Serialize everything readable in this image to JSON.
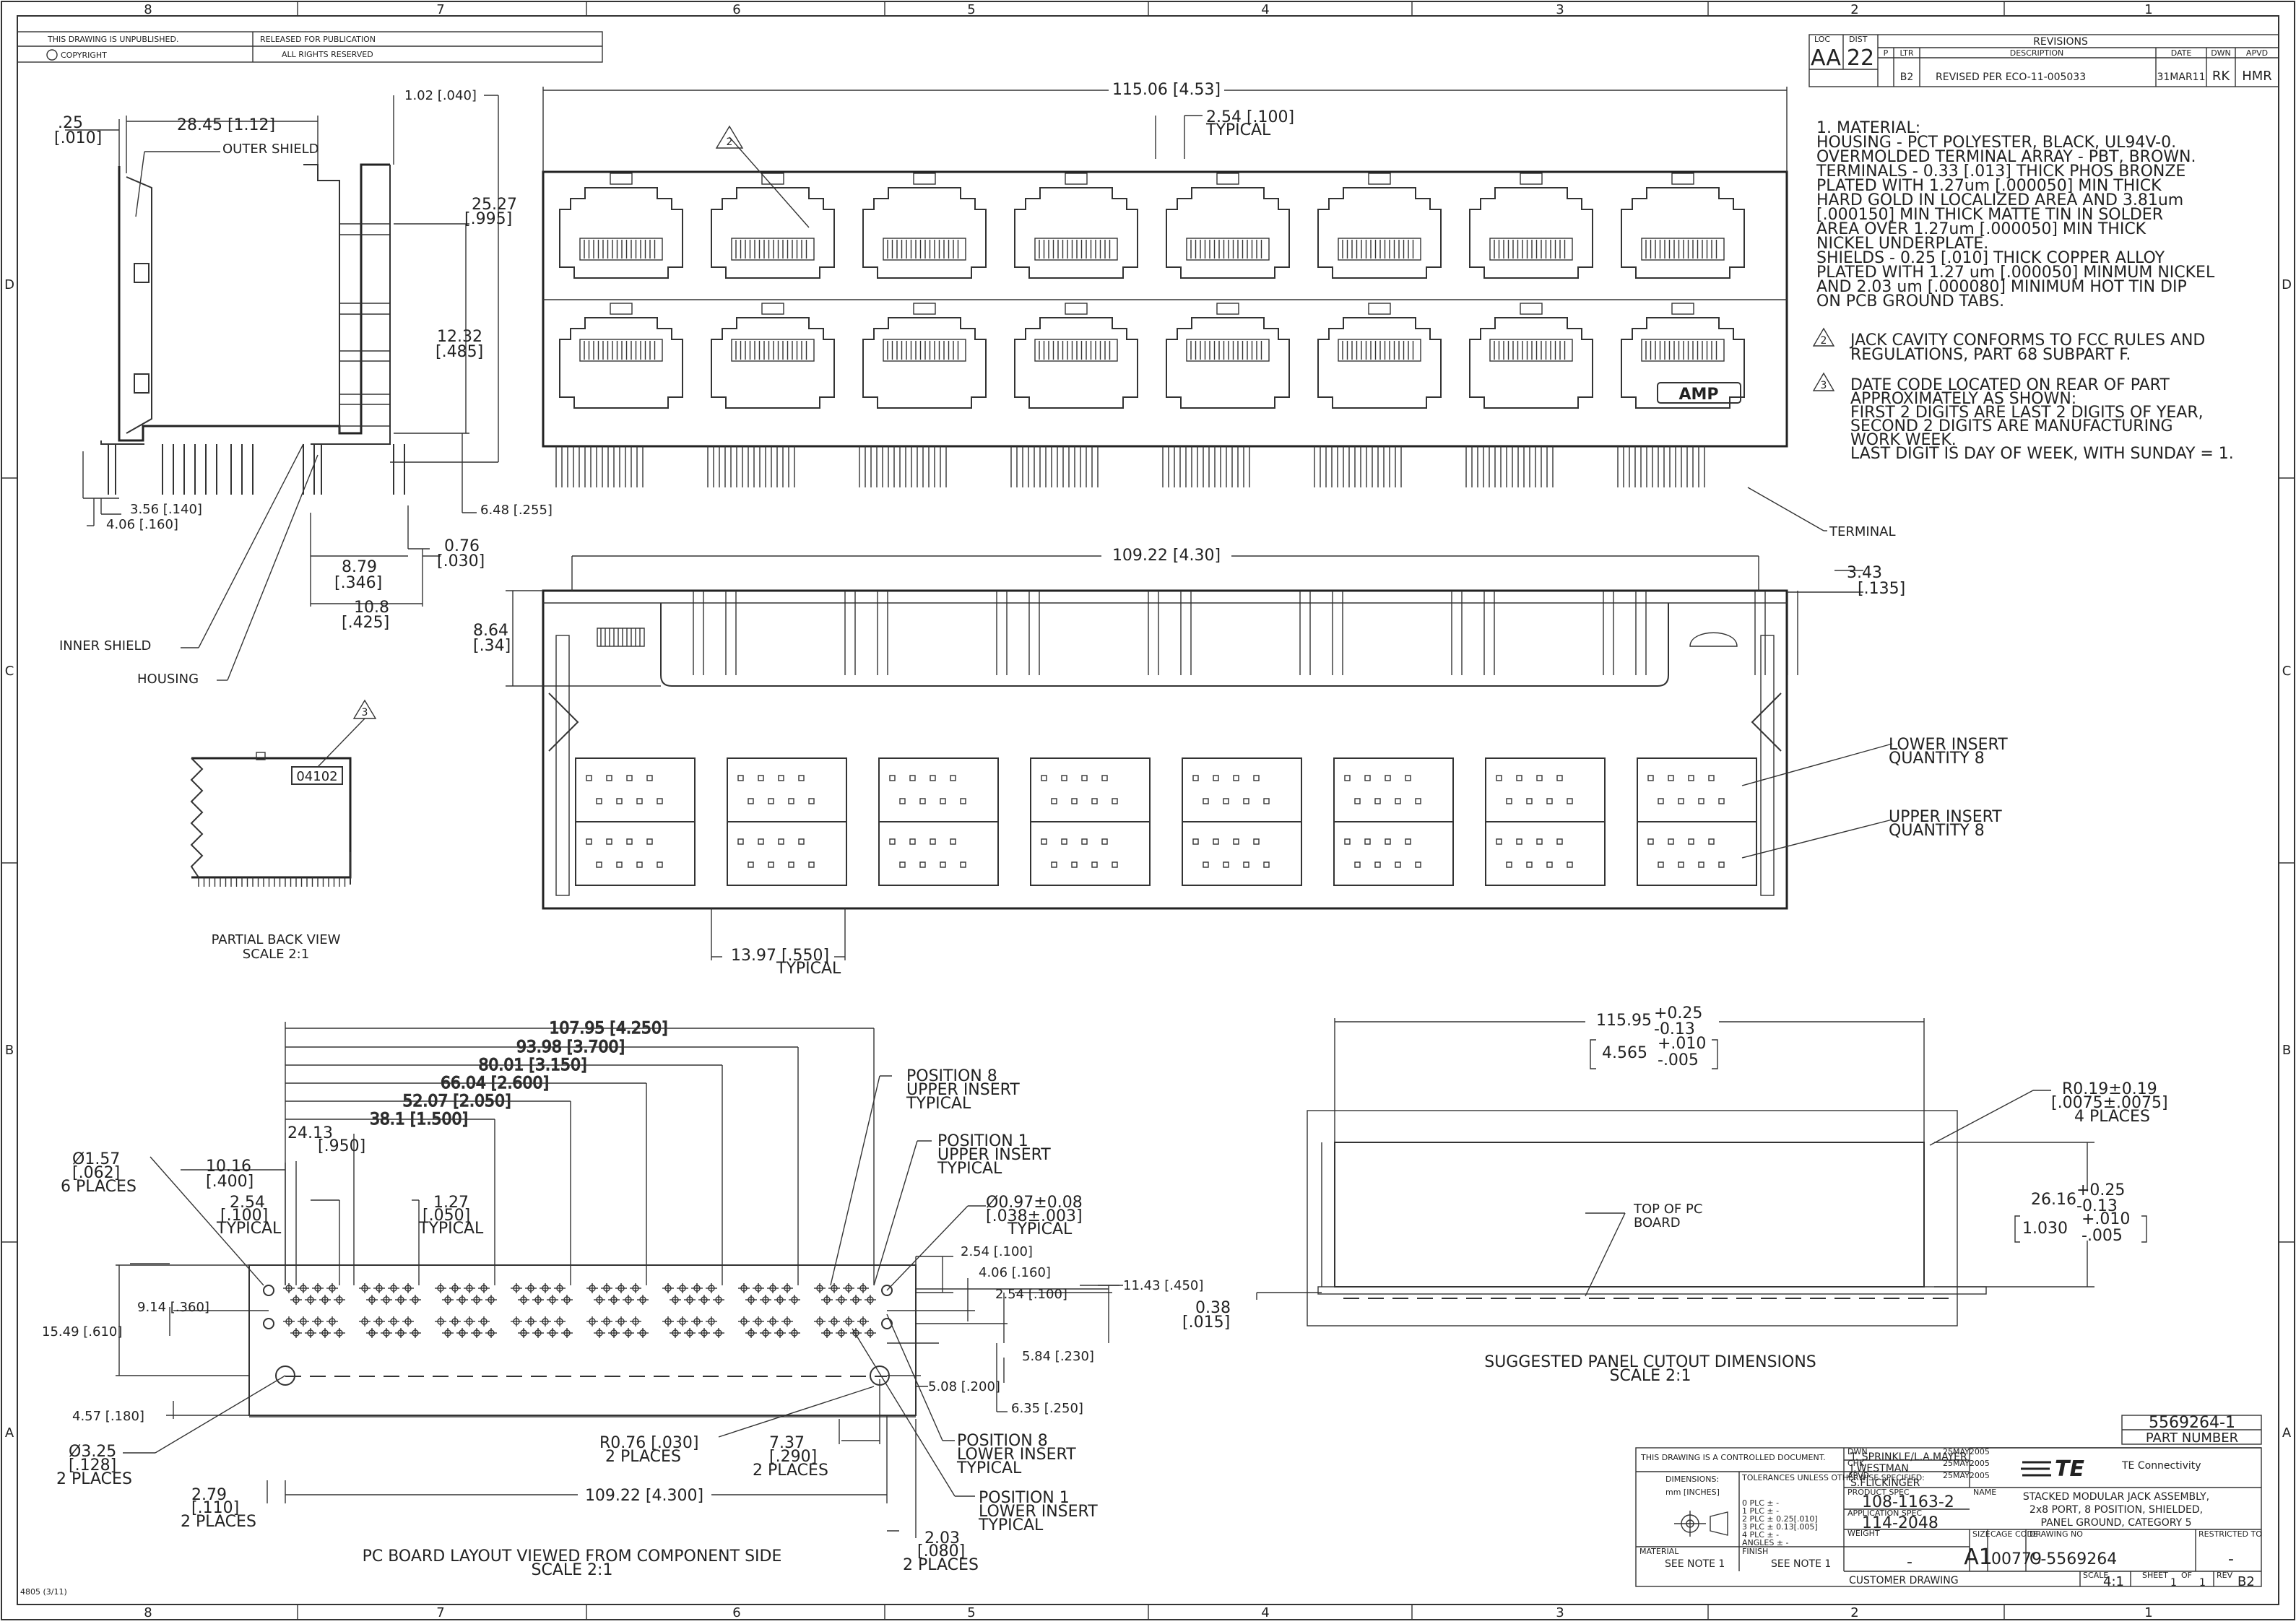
{
  "border": {
    "columns": [
      "8",
      "7",
      "6",
      "5",
      "4",
      "3",
      "2",
      "1"
    ],
    "rows": [
      "D",
      "C",
      "B",
      "A"
    ]
  },
  "header": {
    "unpublished": "THIS DRAWING IS UNPUBLISHED.",
    "released": "RELEASED FOR PUBLICATION",
    "copyright": "COPYRIGHT",
    "rights": "ALL RIGHTS RESERVED"
  },
  "revisions": {
    "title": "REVISIONS",
    "loc": "LOC",
    "dist": "DIST",
    "loc_value": "AA",
    "dist_value": "22",
    "columns": [
      "P",
      "LTR",
      "DESCRIPTION",
      "DATE",
      "DWN",
      "APVD"
    ],
    "row": {
      "ltr": "B2",
      "description": "REVISED PER ECO-11-005033",
      "date": "31MAR11",
      "dwn": "RK",
      "apvd": "HMR"
    }
  },
  "notes": {
    "n1": [
      "1.  MATERIAL:",
      "HOUSING - PCT POLYESTER, BLACK, UL94V-0.",
      "OVERMOLDED TERMINAL ARRAY - PBT, BROWN.",
      "TERMINALS - 0.33 [.013] THICK PHOS BRONZE",
      "PLATED WITH 1.27um [.000050] MIN THICK",
      "HARD GOLD IN LOCALIZED AREA AND 3.81um",
      "[.000150] MIN THICK MATTE TIN IN SOLDER",
      "AREA OVER 1.27um [.000050] MIN THICK",
      "NICKEL UNDERPLATE.",
      "SHIELDS - 0.25 [.010] THICK COPPER ALLOY",
      "PLATED WITH 1.27 um [.000050] MINMUM NICKEL",
      "AND 2.03 um [.000080]  MINIMUM HOT TIN DIP",
      "ON PCB GROUND TABS."
    ],
    "n2": [
      "JACK CAVITY CONFORMS TO FCC RULES AND",
      "REGULATIONS, PART 68 SUBPART F."
    ],
    "n3": [
      "DATE CODE LOCATED ON REAR OF PART",
      "APPROXIMATELY AS SHOWN:",
      "FIRST 2 DIGITS ARE LAST 2 DIGITS OF YEAR,",
      "SECOND 2 DIGITS ARE MANUFACTURING",
      "WORK WEEK.",
      "LAST DIGIT IS DAY OF WEEK, WITH SUNDAY = 1."
    ],
    "flag2": "2",
    "flag3": "3"
  },
  "side_view": {
    "d_025a": ".25",
    "d_025b": "[.010]",
    "d_2845": "28.45 [1.12]",
    "outer_shield": "OUTER SHIELD",
    "d_102": "1.02 [.040]",
    "d_2527a": "25.27",
    "d_2527b": "[.995]",
    "d_1232a": "12.32",
    "d_1232b": "[.485]",
    "d_356": "3.56 [.140]",
    "d_406": "4.06 [.160]",
    "d_648": "6.48 [.255]",
    "d_076a": "0.76",
    "d_076b": "[.030]",
    "d_879a": "8.79",
    "d_879b": "[.346]",
    "d_108a": "10.8",
    "d_108b": "[.425]",
    "inner_shield": "INNER SHIELD",
    "housing": "HOUSING"
  },
  "back_view": {
    "date_code": "04102",
    "title": "PARTIAL BACK VIEW",
    "scale": "SCALE 2:1",
    "flag": "3"
  },
  "front_view": {
    "d_11506": "115.06 [4.53]",
    "d_254a": "2.54 [.100]",
    "d_254b": "TYPICAL",
    "flag": "2",
    "logo": "AMP",
    "terminal": "TERMINAL"
  },
  "bottom_view": {
    "d_10922": "109.22 [4.30]",
    "d_343a": "3.43",
    "d_343b": "[.135]",
    "d_864a": "8.64",
    "d_864b": "[.34]",
    "lower_a": "LOWER INSERT",
    "lower_b": "QUANTITY 8",
    "upper_a": "UPPER INSERT",
    "upper_b": "QUANTITY 8",
    "d_1397a": "13.97 [.550]",
    "d_1397b": "TYPICAL"
  },
  "pcb": {
    "dims": [
      "107.95 [4.250]",
      "93.98 [3.700]",
      "80.01 [3.150]",
      "66.04 [2.600]",
      "52.07 [2.050]",
      "38.1 [1.500]"
    ],
    "d_2413a": "24.13",
    "d_2413b": "[.950]",
    "d_157a": "Ø1.57",
    "d_157b": "[.062]",
    "d_157c": "6 PLACES",
    "d_1016a": "10.16",
    "d_1016b": "[.400]",
    "d_254a": "2.54",
    "d_254b": "[.100]",
    "d_254c": "TYPICAL",
    "d_127a": "1.27",
    "d_127b": "[.050]",
    "d_127c": "TYPICAL",
    "pos8u": [
      "POSITION 8",
      "UPPER INSERT",
      "TYPICAL"
    ],
    "pos1u": [
      "POSITION 1",
      "UPPER INSERT",
      "TYPICAL"
    ],
    "d_097": [
      "Ø0.97±0.08",
      "[.038±.003]",
      "TYPICAL"
    ],
    "d_254r": "2.54 [.100]",
    "d_406r": "4.06 [.160]",
    "d_254r2": "2.54 [.100]",
    "d_1143": "11.43 [.450]",
    "d_914": "9.14 [.360]",
    "d_1549": "15.49 [.610]",
    "d_584": "5.84 [.230]",
    "d_508": "5.08 [.200]",
    "d_635": "6.35 [.250]",
    "d_457": "4.57 [.180]",
    "d_325a": "Ø3.25",
    "d_325b": "[.128]",
    "d_325c": "2 PLACES",
    "d_r076a": "R0.76 [.030]",
    "d_r076b": "2 PLACES",
    "d_737a": "7.37",
    "d_737b": "[.290]",
    "d_737c": "2 PLACES",
    "pos8l": [
      "POSITION 8",
      "LOWER INSERT",
      "TYPICAL"
    ],
    "pos1l": [
      "POSITION 1",
      "LOWER INSERT",
      "TYPICAL"
    ],
    "d_279a": "2.79",
    "d_279b": "[.110]",
    "d_279c": "2 PLACES",
    "d_10922": "109.22 [4.300]",
    "d_203a": "2.03",
    "d_203b": "[.080]",
    "d_203c": "2 PLACES",
    "title": "PC BOARD LAYOUT VIEWED FROM COMPONENT SIDE",
    "scale": "SCALE 2:1"
  },
  "panel": {
    "d_w": "115.95",
    "d_w_tol_plus": "+0.25",
    "d_w_tol_minus": "-0.13",
    "d_w_in": "4.565",
    "d_w_in_plus": "+.010",
    "d_w_in_minus": "-.005",
    "radius": [
      "R0.19±0.19",
      "[.0075±.0075]",
      "4 PLACES"
    ],
    "d_h": "26.16",
    "d_h_tol_plus": "+0.25",
    "d_h_tol_minus": "-0.13",
    "d_h_in": "1.030",
    "d_h_in_plus": "+.010",
    "d_h_in_minus": "-.005",
    "top_pc_a": "TOP OF PC",
    "top_pc_b": "BOARD",
    "d_038a": "0.38",
    "d_038b": "[.015]",
    "title": "SUGGESTED PANEL CUTOUT DIMENSIONS",
    "scale": "SCALE 2:1"
  },
  "title_block": {
    "part_number": "5569264-1",
    "part_number_label": "PART NUMBER",
    "controlled": "THIS DRAWING IS A CONTROLLED DOCUMENT.",
    "dwn_label": "DWN",
    "dwn_name": "T. SPRINKLE/L.A.MAYER",
    "dwn_date": "25MAY2005",
    "chk_label": "CHK",
    "chk_name": "J.WESTMAN",
    "chk_date": "25MAY2005",
    "apvd_label": "APVD",
    "apvd_name": "S.FLICKINGER",
    "apvd_date": "25MAY2005",
    "dimensions_label": "DIMENSIONS:",
    "units": "mm [INCHES]",
    "tolerances": "TOLERANCES UNLESS OTHERWISE SPECIFIED:",
    "tol_rows": [
      "0 PLC  ±  -",
      "1 PLC  ±  -",
      "2 PLC  ±  0.25[.010]",
      "3 PLC  ±  0.13[.005]",
      "4 PLC  ±  -",
      "ANGLES  ±  -"
    ],
    "product_spec_label": "PRODUCT SPEC",
    "product_spec": "108-1163-2",
    "application_spec_label": "APPLICATION SPEC",
    "application_spec": "114-2048",
    "weight_label": "WEIGHT",
    "weight": "-",
    "material_label": "MATERIAL",
    "material": "SEE NOTE 1",
    "finish_label": "FINISH",
    "finish": "SEE NOTE 1",
    "company": "TE Connectivity",
    "logo": "TE",
    "name_label": "NAME",
    "name": [
      "STACKED MODULAR JACK ASSEMBLY,",
      "2x8 PORT, 8 POSITION, SHIELDED,",
      "PANEL GROUND, CATEGORY 5"
    ],
    "size_label": "SIZE",
    "size": "A1",
    "cage_label": "CAGE CODE",
    "cage": "00779",
    "dwg_label": "DRAWING NO",
    "dwg": "C-5569264",
    "restricted_label": "RESTRICTED TO",
    "restricted": "-",
    "customer_drawing": "CUSTOMER DRAWING",
    "scale_label": "SCALE",
    "scale": "4:1",
    "sheet_label": "SHEET",
    "sheet": "1",
    "of_label": "OF",
    "of": "1",
    "rev_label": "REV",
    "rev": "B2"
  },
  "footer": {
    "form": "4805 (3/11)"
  }
}
